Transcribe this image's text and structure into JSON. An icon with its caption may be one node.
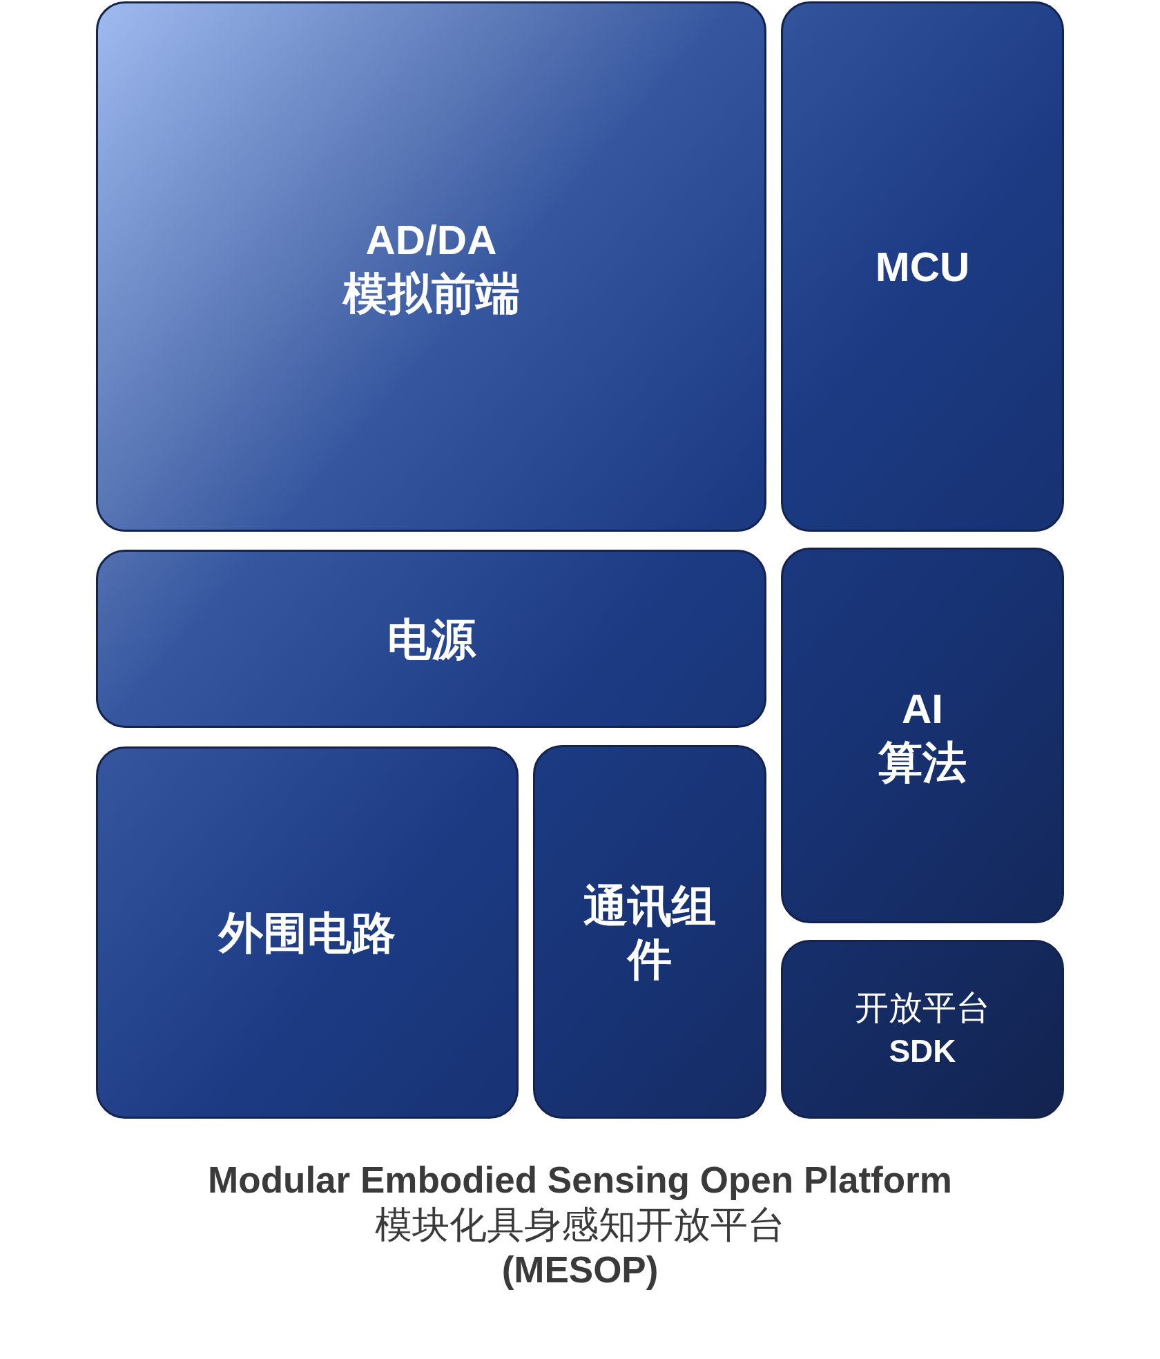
{
  "diagram": {
    "caption": "Modular Embodied Sensing Open Platform 模块化具身感知开放平台 (MESOP)",
    "nodes": [
      {
        "text": [
          "AD/DA 模拟前端"
        ]
      },
      {
        "text": [
          "MCU"
        ]
      },
      {
        "text": [
          "电源"
        ]
      },
      {
        "text": [
          "AI 算法"
        ]
      },
      {
        "text": [
          "外围电路"
        ]
      },
      {
        "text": [
          "通讯组件"
        ]
      },
      {
        "text": [
          "开放平台 SDK"
        ]
      }
    ]
  }
}
